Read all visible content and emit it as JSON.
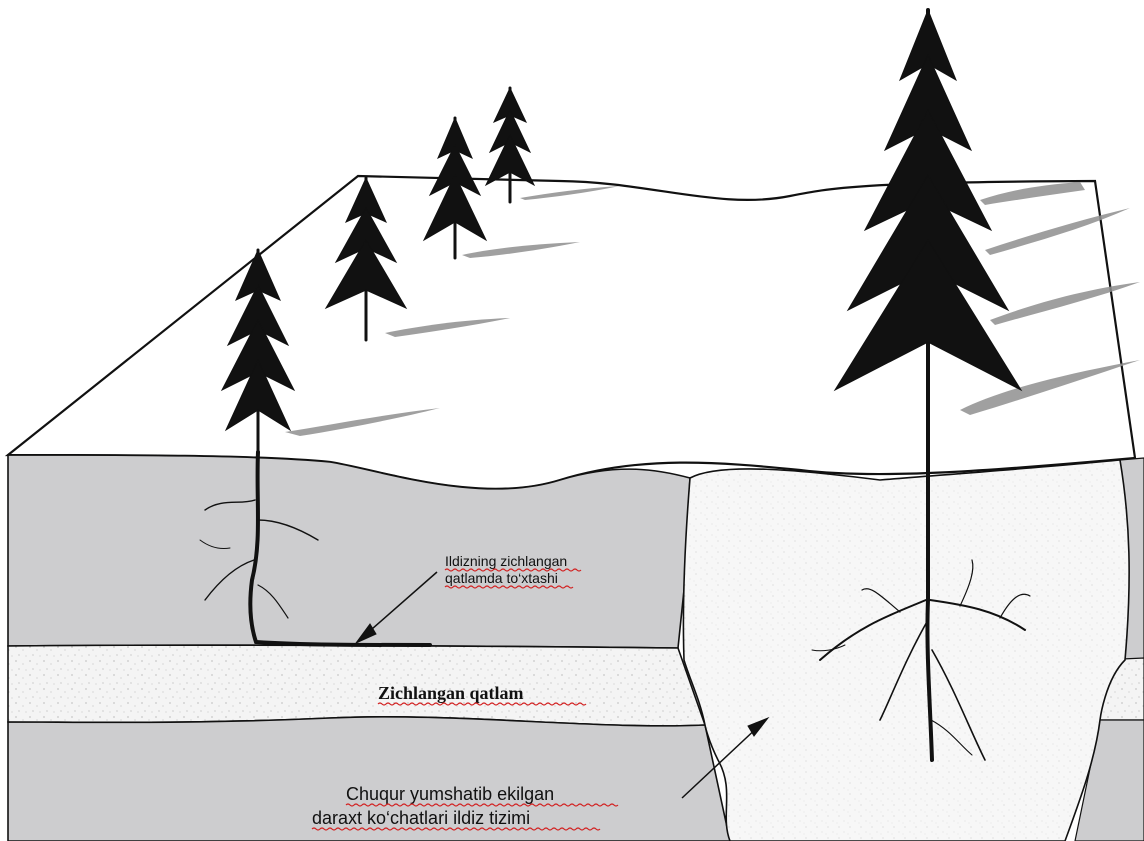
{
  "labels": {
    "root_stop_line1": "Ildizning zichlangan",
    "root_stop_line2": "qatlamda to‘xtashi",
    "compacted_layer": "Zichlangan qatlam",
    "deep_roots_line1": "Chuqur yumshatib ekilgan",
    "deep_roots_line2": "daraxt ko‘chatlari ildiz tizimi"
  },
  "colors": {
    "soil_gray": "#cdcdcf",
    "compact_layer": "#f4f4f4",
    "loosened_soil": "#f6f6f6",
    "tree_ink": "#111111",
    "shadow_gray": "#8f8f8f",
    "spellcheck_red": "#d21f1f"
  },
  "icons": {
    "tree": "conifer-tree-icon",
    "shadow": "tree-shadow-icon",
    "arrow": "arrow-pointer-icon"
  }
}
